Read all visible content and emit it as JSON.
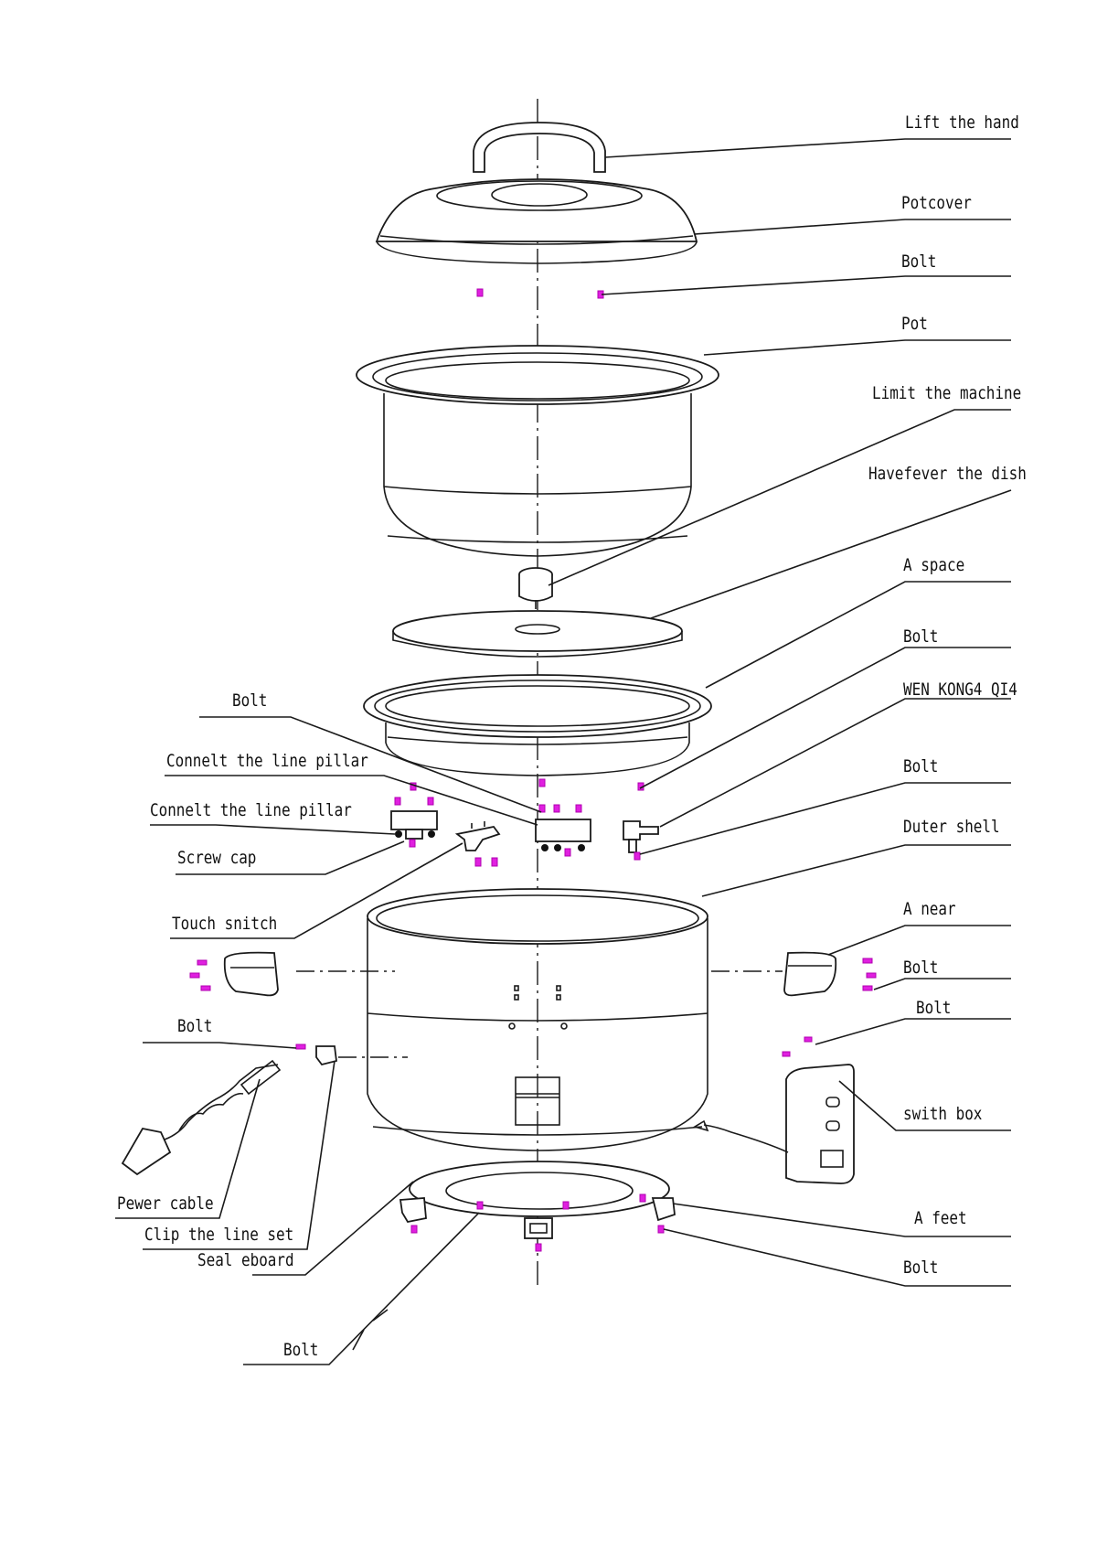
{
  "labels": {
    "lift_the_hand": "Lift the hand",
    "potcover": "Potcover",
    "bolt_1": "Bolt",
    "pot": "Pot",
    "limit_the_machine": "Limit the machine",
    "havefever_the_dish": "Havefever the dish",
    "a_space": "A space",
    "bolt_2": "Bolt",
    "wen_kong4_qi4": "WEN KONG4 QI4",
    "bolt_3": "Bolt",
    "duter_shell": "Duter shell",
    "a_near": "A near",
    "bolt_4": "Bolt",
    "bolt_5": "Bolt",
    "swith_box": "swith box",
    "a_feet": "A feet",
    "bolt_6": "Bolt",
    "bolt_left_1": "Bolt",
    "connelt_the_line_pillar_1": "Connelt the line pillar",
    "connelt_the_line_pillar_2": "Connelt the line pillar",
    "screw_cap": "Screw cap",
    "touch_snitch": "Touch snitch",
    "bolt_left_2": "Bolt",
    "pewer_cable": "Pewer cable",
    "clip_the_line_set": "Clip the line set",
    "seal_eboard": "Seal eboard",
    "bolt_bottom": "Bolt"
  },
  "colors": {
    "line": "#1a1a1a",
    "bolt": "#e020e0",
    "background": "#ffffff"
  }
}
